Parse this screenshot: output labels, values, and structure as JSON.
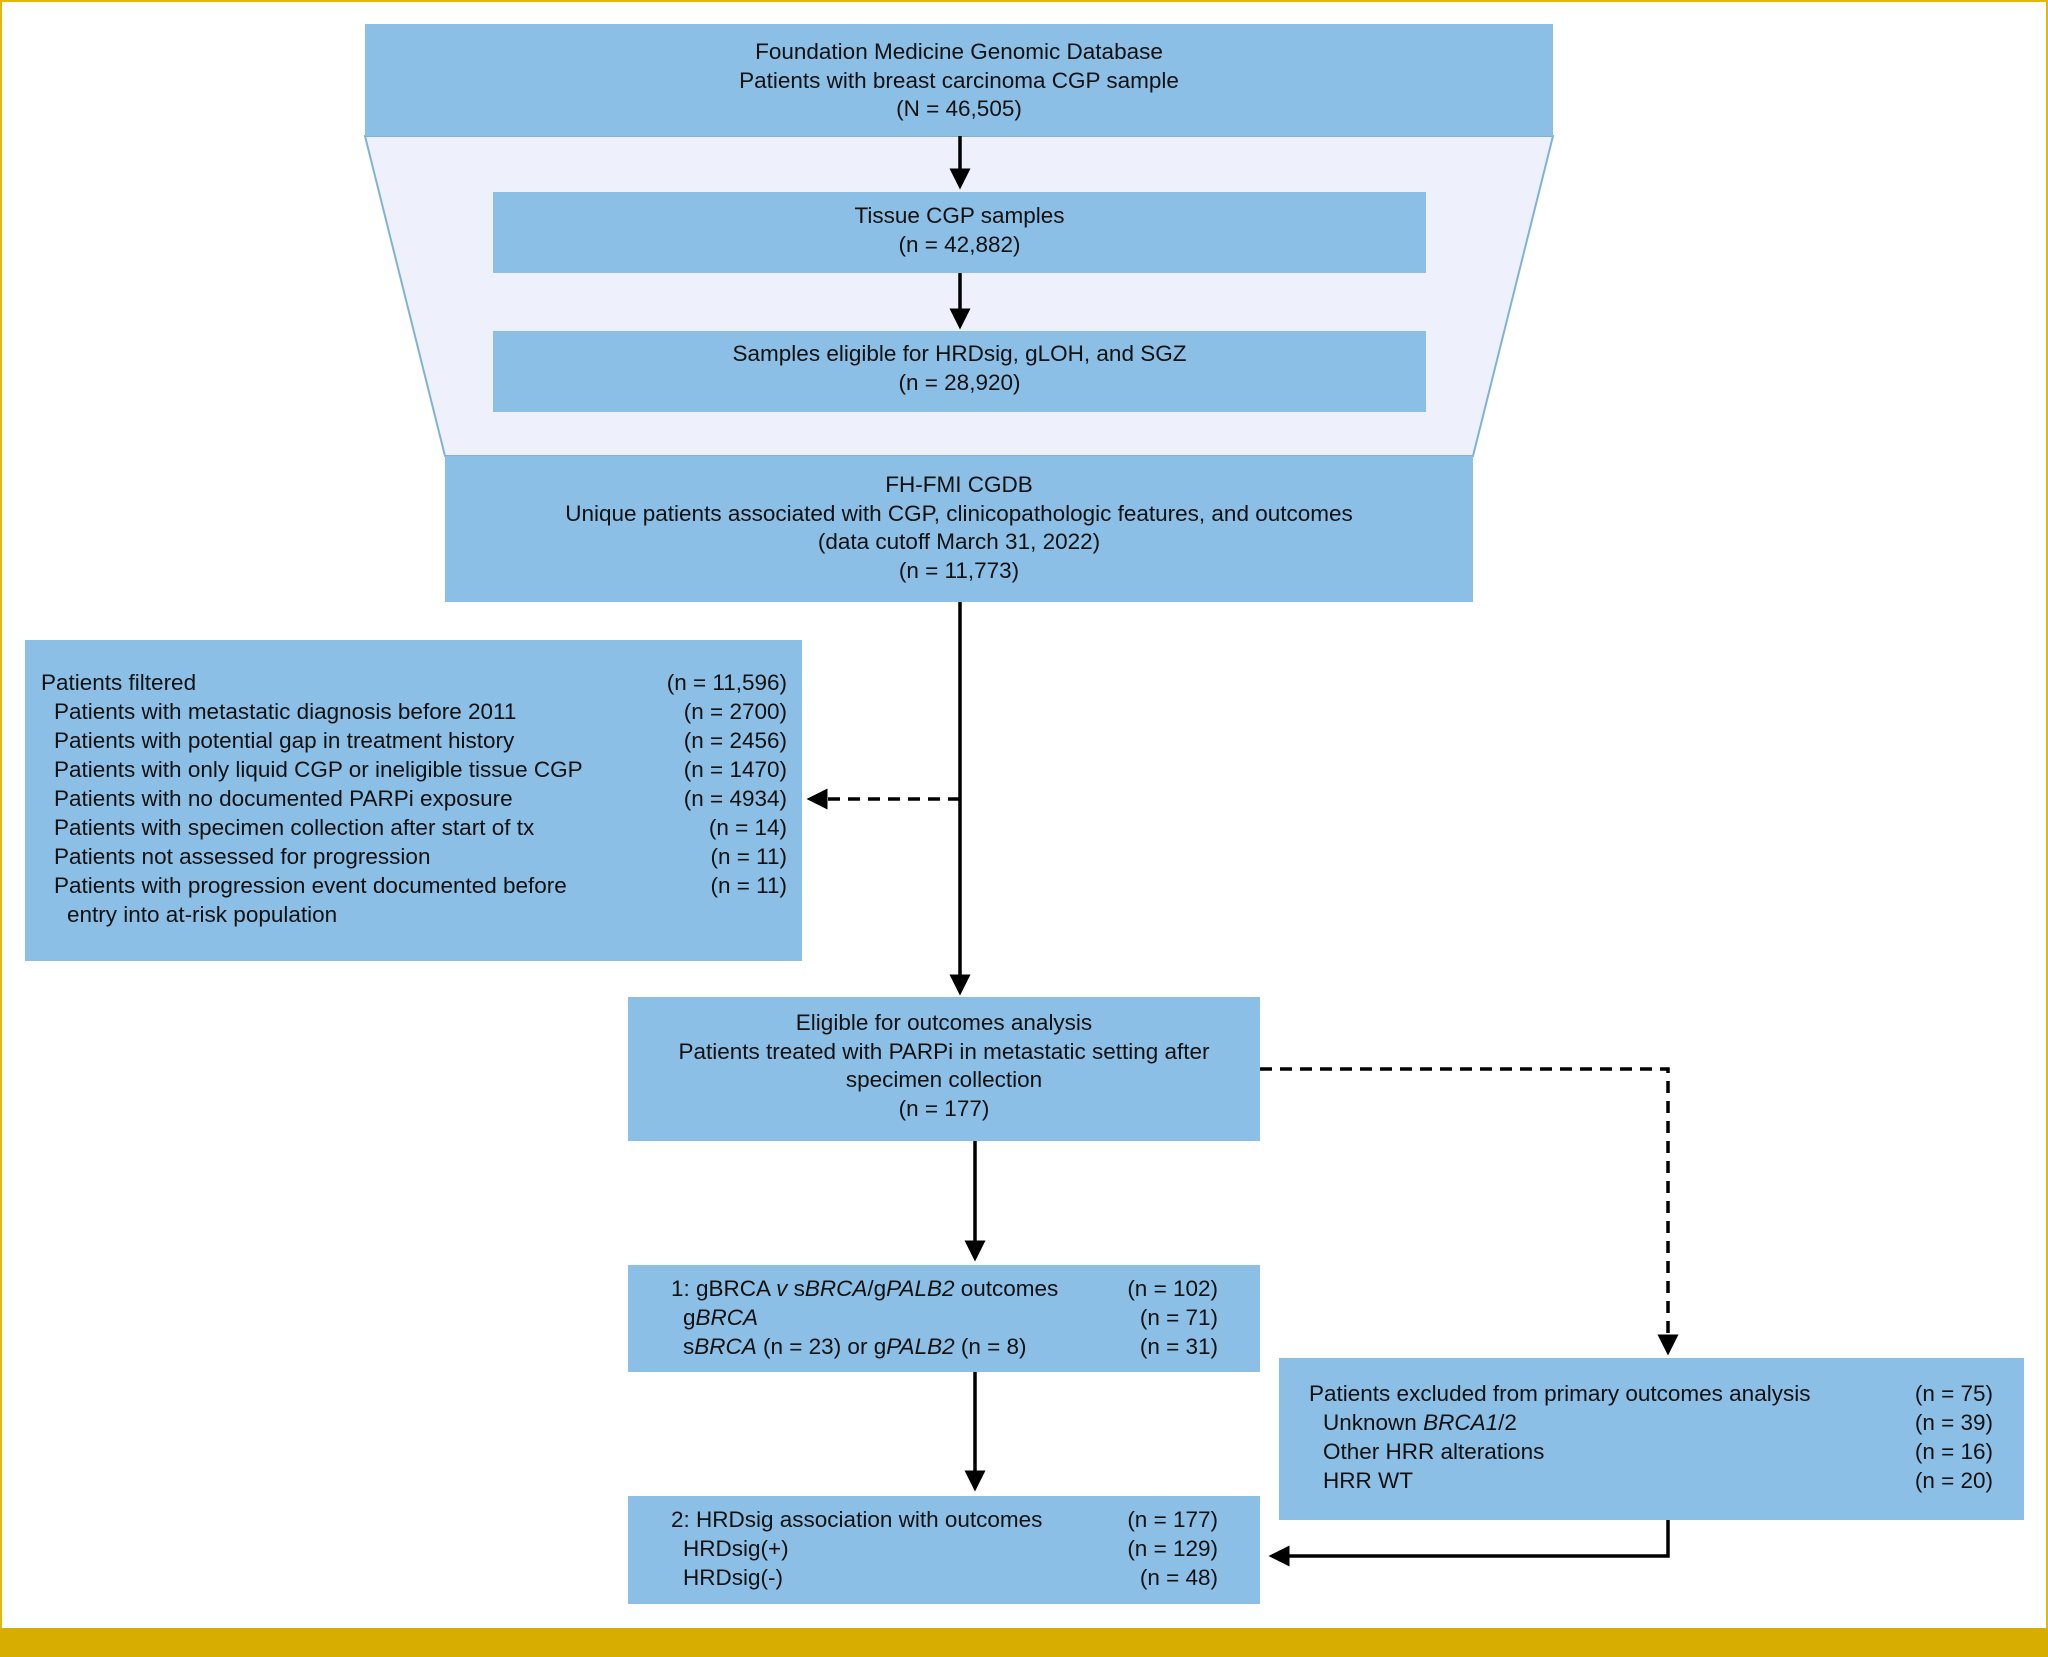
{
  "database_box": {
    "line1": "Foundation Medicine Genomic Database",
    "line2": "Patients with breast carcinoma CGP sample",
    "count": "(N = 46,505)"
  },
  "tissue_box": {
    "line1": "Tissue CGP samples",
    "count": "(n = 42,882)"
  },
  "eligible_samples_box": {
    "line1": "Samples eligible for HRDsig, gLOH, and SGZ",
    "count": "(n = 28,920)"
  },
  "cgdb_box": {
    "line1": "FH-FMI CGDB",
    "line2": "Unique patients associated with CGP, clinicopathologic features, and outcomes",
    "line3": "(data cutoff March 31, 2022)",
    "count": "(n = 11,773)"
  },
  "filtered_box": {
    "header_label": "Patients filtered",
    "header_count": "(n = 11,596)",
    "items": [
      {
        "label": "Patients with metastatic diagnosis before 2011",
        "count": "(n = 2700)"
      },
      {
        "label": "Patients with potential gap in treatment history",
        "count": "(n = 2456)"
      },
      {
        "label": "Patients with only liquid CGP or ineligible tissue CGP",
        "count": "(n = 1470)"
      },
      {
        "label": "Patients with no documented PARPi exposure",
        "count": "(n = 4934)"
      },
      {
        "label": "Patients with specimen collection after start of tx",
        "count": "(n = 14)"
      },
      {
        "label": "Patients not assessed for progression",
        "count": "(n = 11)"
      },
      {
        "label": "Patients with progression event documented before",
        "count": "(n = 11)"
      }
    ],
    "continuation": "entry into at-risk population"
  },
  "outcomes_box": {
    "line1": "Eligible for outcomes analysis",
    "line2": "Patients treated with PARPi in metastatic setting after",
    "line3": "specimen collection",
    "count": "(n = 177)"
  },
  "analysis1_box": {
    "header_prefix": "1: gBRCA ",
    "header_v": "v",
    "header_s": " s",
    "header_brca": "BRCA",
    "header_slash_g": "/g",
    "header_palb2": "PALB2",
    "header_suffix": " outcomes",
    "header_count": "(n = 102)",
    "row1_g": "g",
    "row1_brca": "BRCA",
    "row1_count": "(n = 71)",
    "row2_s": "s",
    "row2_brca": "BRCA",
    "row2_mid": " (n = 23) or g",
    "row2_palb2": "PALB2",
    "row2_end": " (n = 8)",
    "row2_count": "(n = 31)"
  },
  "analysis2_box": {
    "header_label": "2: HRDsig association with outcomes",
    "header_count": "(n = 177)",
    "items": [
      {
        "label": "HRDsig(+)",
        "count": "(n = 129)"
      },
      {
        "label": "HRDsig(-)",
        "count": "(n = 48)"
      }
    ]
  },
  "excluded_box": {
    "header_label": "Patients excluded from primary outcomes analysis",
    "header_count": "(n = 75)",
    "row1_prefix": "Unknown ",
    "row1_italic": "BRCA1",
    "row1_suffix": "/2",
    "row1_count": "(n = 39)",
    "row2_label": "Other HRR alterations",
    "row2_count": "(n = 16)",
    "row3_label": "HRR WT",
    "row3_count": "(n = 20)"
  },
  "colors": {
    "box_fill": "#8bbfe5",
    "funnel_fill": "#eef1fb",
    "frame": "#e3b800",
    "footer_bar": "#d6ad00"
  }
}
